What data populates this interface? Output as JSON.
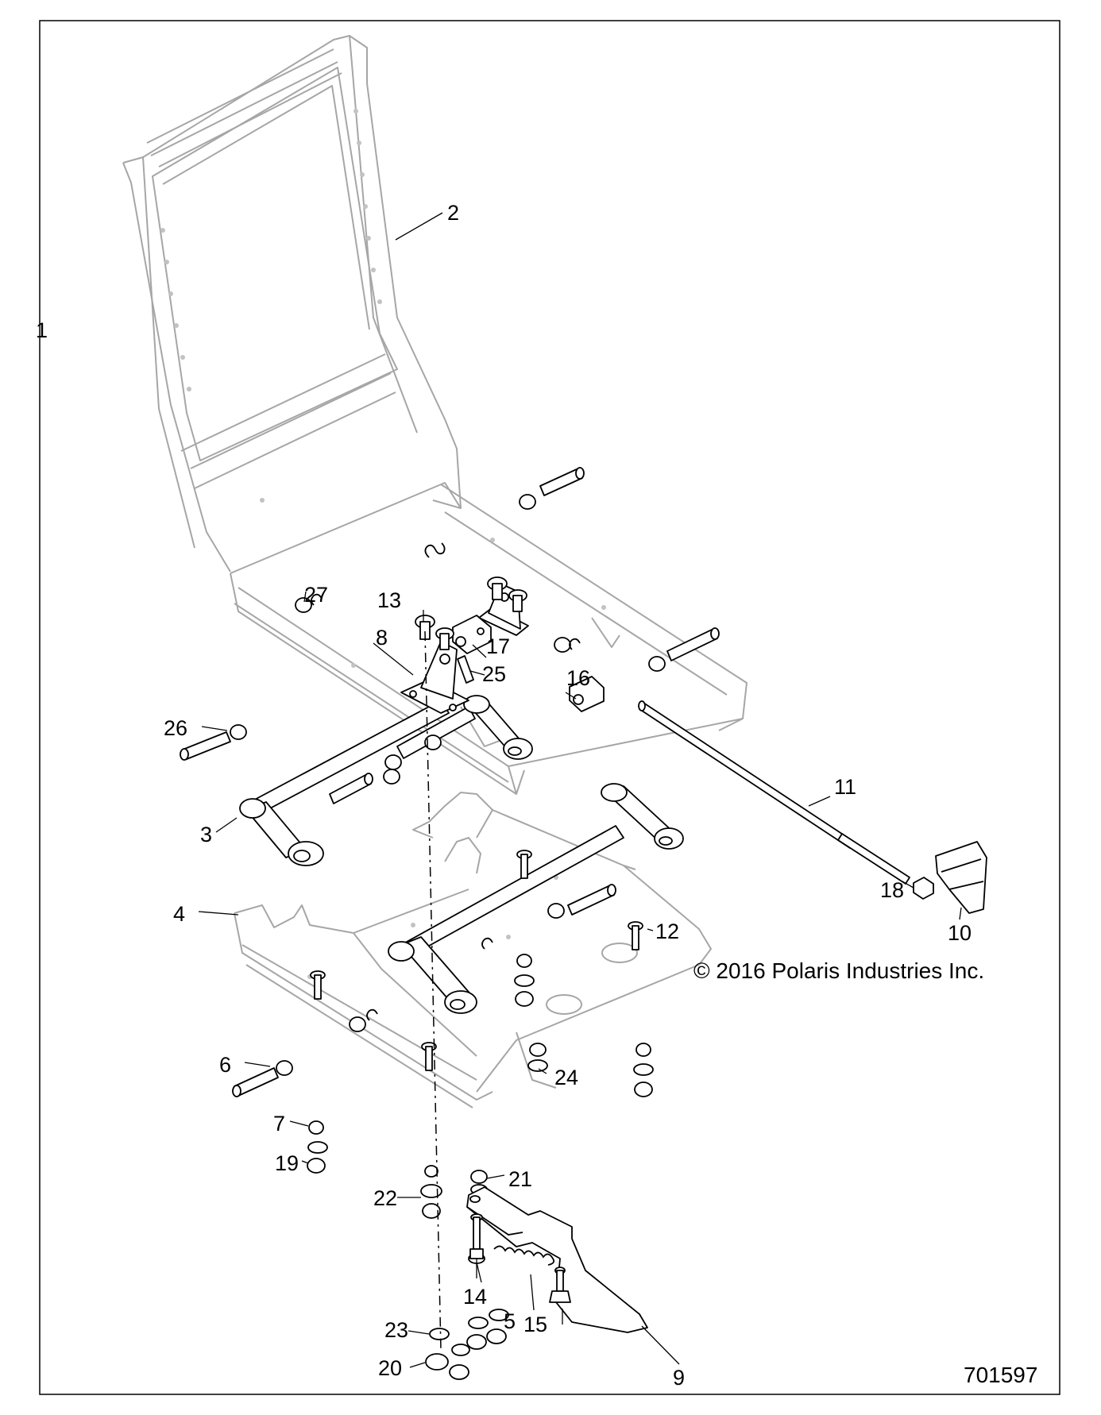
{
  "copyright": "© 2016 Polaris Industries Inc.",
  "drawing_number": "701597",
  "callouts": {
    "c1": "1",
    "c2": "2",
    "c3": "3",
    "c4": "4",
    "c5": "5",
    "c6": "6",
    "c7": "7",
    "c8": "8",
    "c9": "9",
    "c10": "10",
    "c11": "11",
    "c12": "12",
    "c13": "13",
    "c14": "14",
    "c15": "15",
    "c16": "16",
    "c17": "17",
    "c18": "18",
    "c19": "19",
    "c20": "20",
    "c21": "21",
    "c22": "22",
    "c23": "23",
    "c24": "24",
    "c25": "25",
    "c26": "26",
    "c27": "27"
  }
}
